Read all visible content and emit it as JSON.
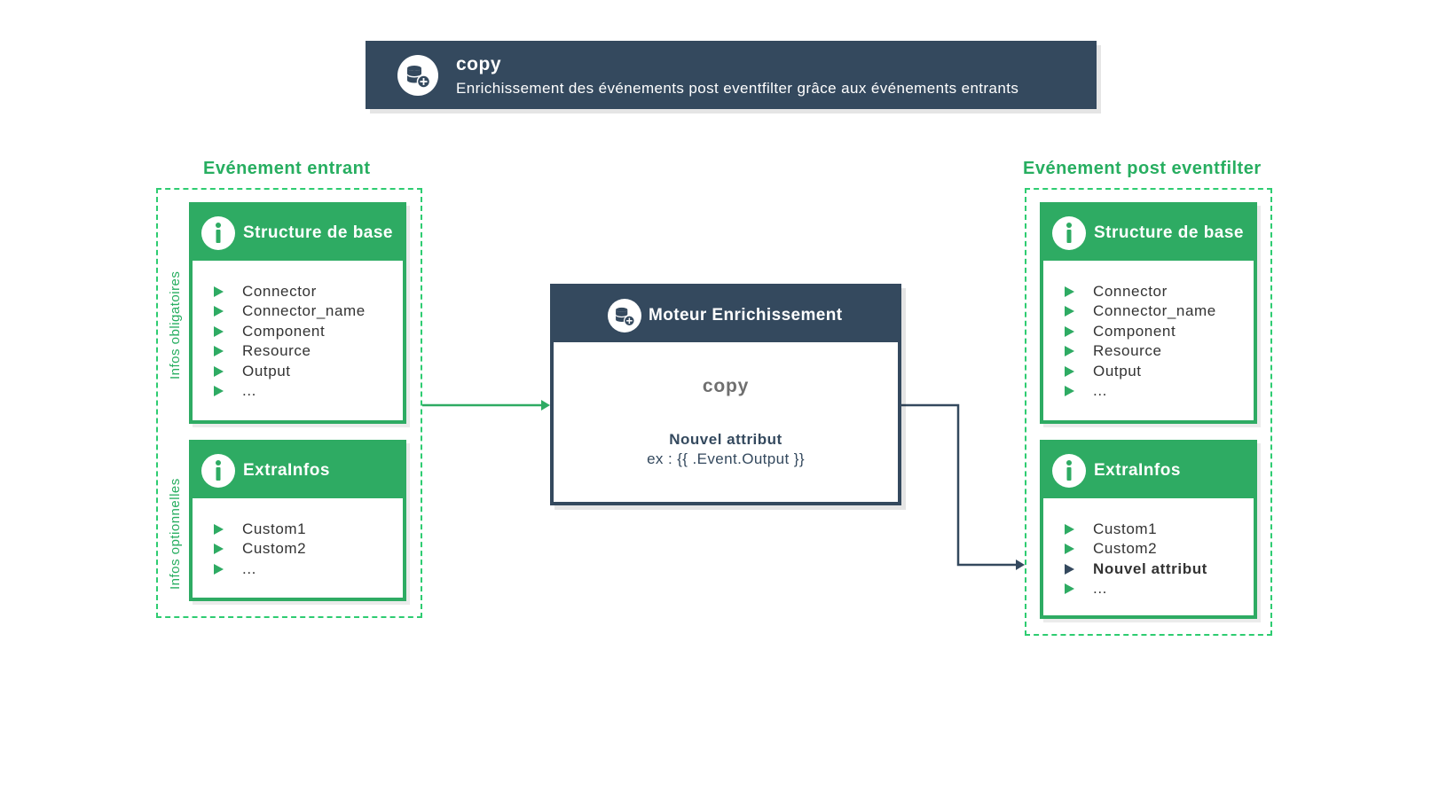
{
  "banner": {
    "title": "copy",
    "subtitle": "Enrichissement des événements post eventfilter grâce aux événements entrants",
    "icon": "database-plus-icon"
  },
  "left": {
    "title": "Evénement entrant",
    "label_required": "Infos obligatoires",
    "label_optional": "Infos optionnelles",
    "base": {
      "title": "Structure de base",
      "items": [
        "Connector",
        "Connector_name",
        "Component",
        "Resource",
        "Output",
        "..."
      ]
    },
    "extra": {
      "title": "ExtraInfos",
      "items": [
        "Custom1",
        "Custom2",
        "..."
      ]
    }
  },
  "engine": {
    "title": "Moteur Enrichissement",
    "operation": "copy",
    "attribute": "Nouvel attribut",
    "example": "ex : {{ .Event.Output }}",
    "icon": "database-plus-icon"
  },
  "right": {
    "title": "Evénement post eventfilter",
    "base": {
      "title": "Structure de base",
      "items": [
        "Connector",
        "Connector_name",
        "Component",
        "Resource",
        "Output",
        "..."
      ]
    },
    "extra": {
      "title": "ExtraInfos",
      "items": [
        "Custom1",
        "Custom2",
        "Nouvel attribut",
        "..."
      ]
    }
  },
  "colors": {
    "green": "#2eab63",
    "green_light": "#2ecc71",
    "navy": "#34495e"
  }
}
